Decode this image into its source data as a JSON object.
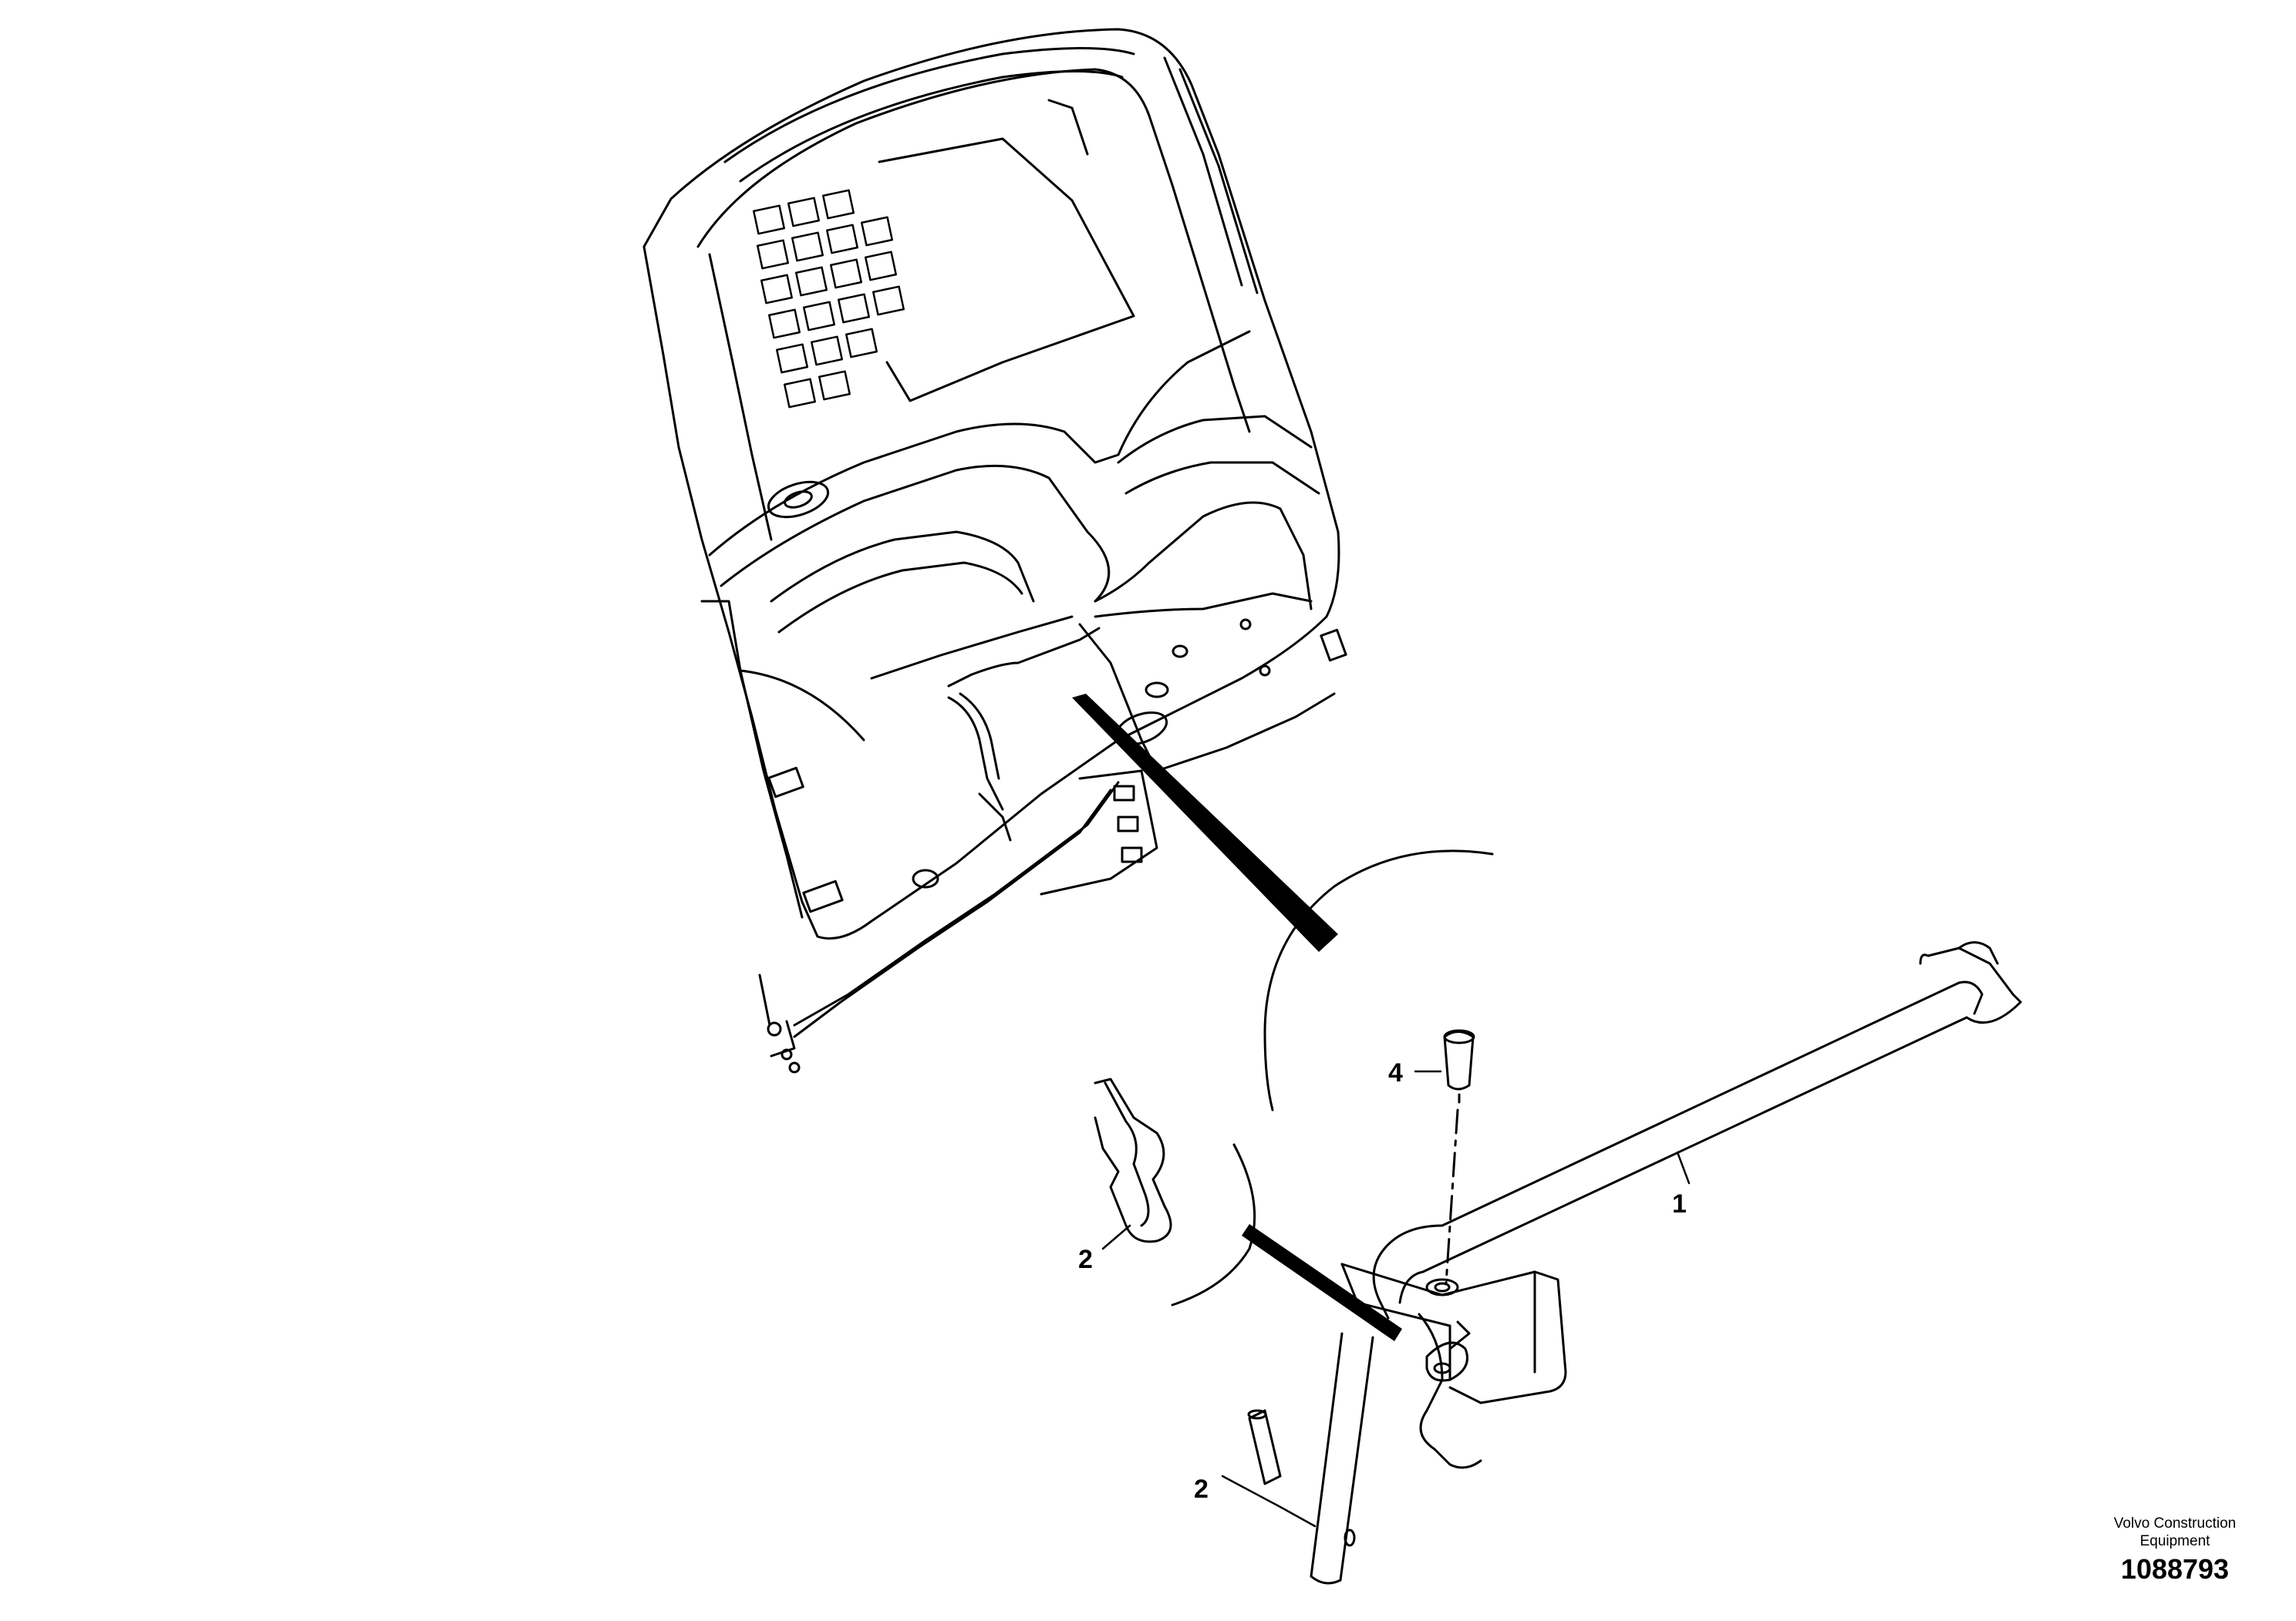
{
  "callouts": {
    "part_1": "1",
    "part_2_clip": "2",
    "part_2_pin": "2",
    "part_4": "4"
  },
  "footer": {
    "publisher_line1": "Volvo Construction",
    "publisher_line2": "Equipment",
    "doc_number": "1088793"
  },
  "colors": {
    "line": "#000000",
    "background": "#ffffff"
  }
}
